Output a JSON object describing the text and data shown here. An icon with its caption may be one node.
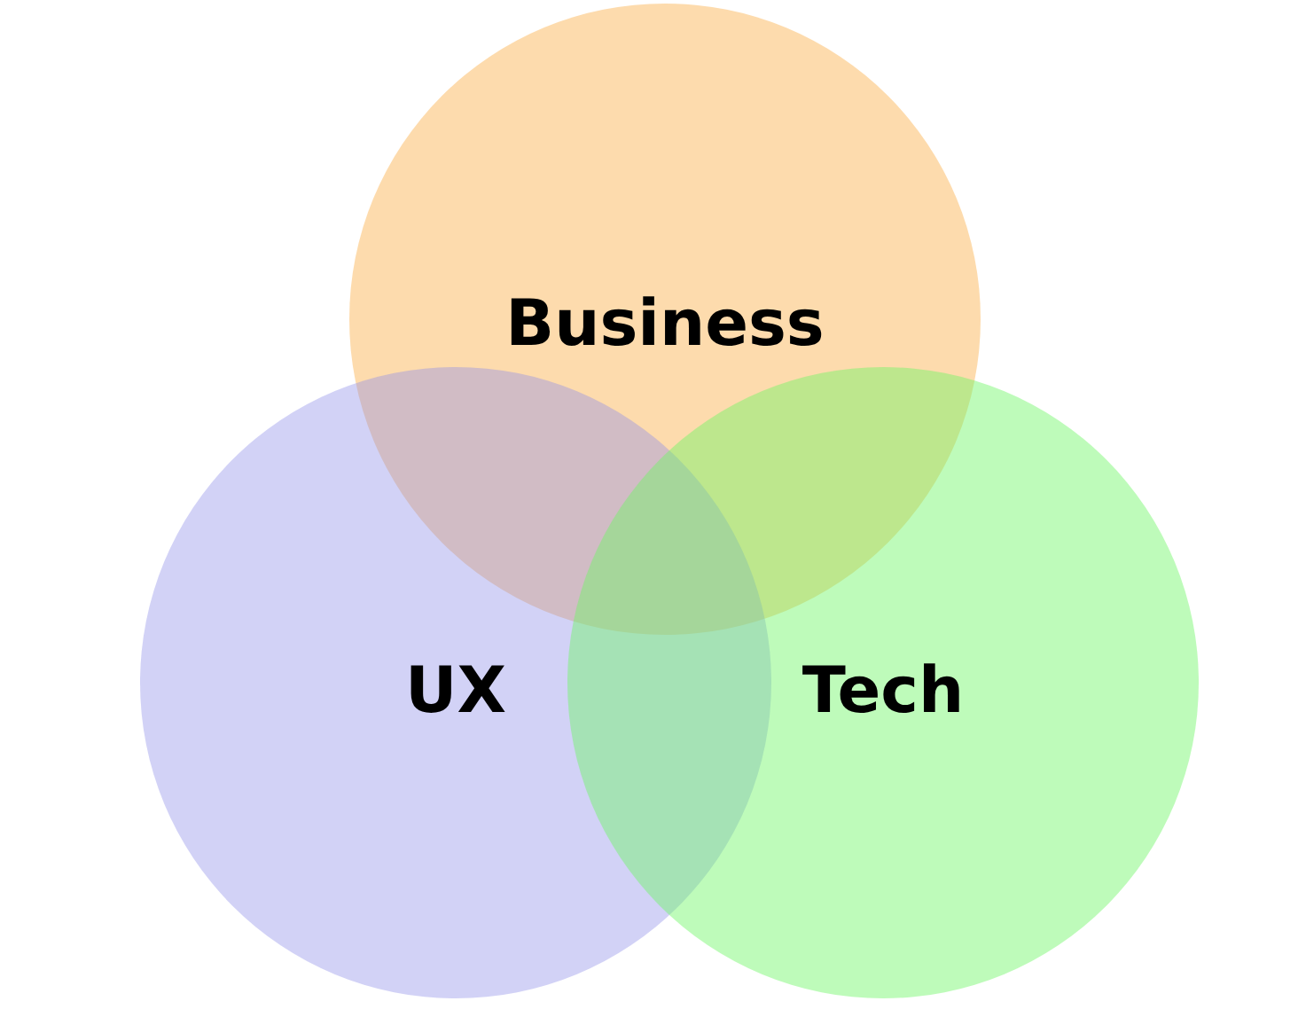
{
  "diagram": {
    "nodes": [
      {
        "text": [
          "Business"
        ]
      },
      {
        "text": [
          "UX"
        ]
      },
      {
        "text": [
          "Tech"
        ]
      }
    ],
    "edges": []
  }
}
